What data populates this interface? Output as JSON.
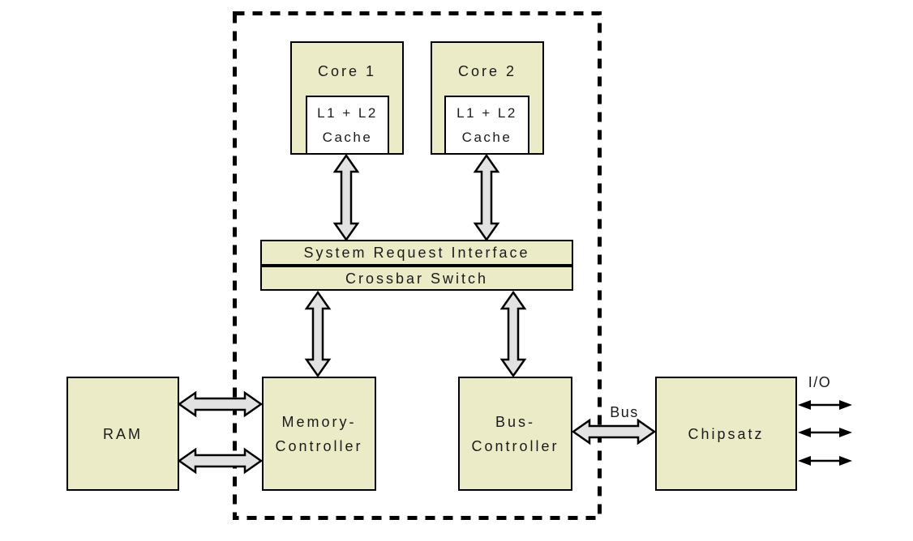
{
  "colors": {
    "block_fill": "#ebebc8",
    "cache_fill": "#ffffff",
    "arrow_fill": "#e2e2e2",
    "line": "#000000",
    "text": "#1a1a1a",
    "background": "#ffffff"
  },
  "blocks": {
    "core1": "Core 1",
    "core2": "Core 2",
    "cache1": "L1 + L2\nCache",
    "cache2": "L1 + L2\nCache",
    "system_request_interface": "System Request Interface",
    "crossbar_switch": "Crossbar Switch",
    "ram": "RAM",
    "memory_controller": "Memory-\nController",
    "bus_controller": "Bus-\nController",
    "chipset": "Chipsatz"
  },
  "labels": {
    "bus": "Bus",
    "io": "I/O"
  }
}
